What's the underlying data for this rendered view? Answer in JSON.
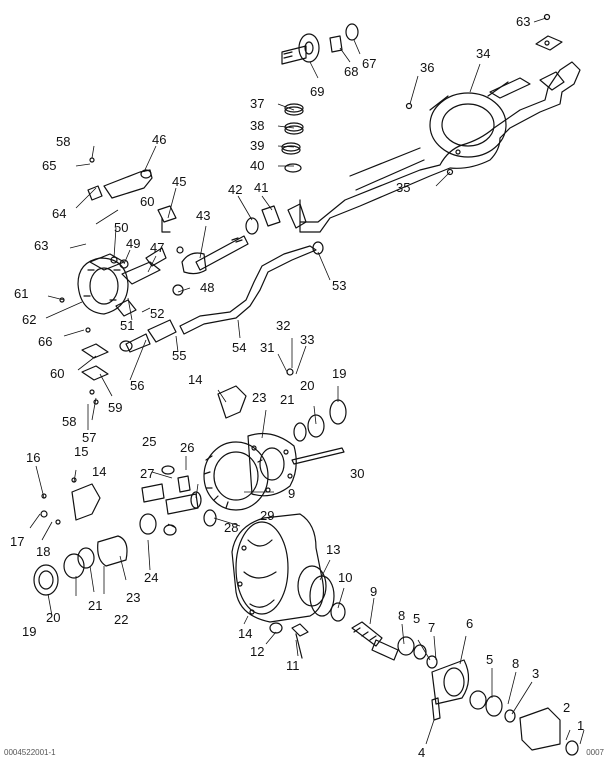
{
  "callouts": [
    "1",
    "2",
    "3",
    "4",
    "5",
    "5",
    "6",
    "7",
    "8",
    "8",
    "9",
    "9",
    "10",
    "11",
    "12",
    "13",
    "14",
    "14",
    "14",
    "15",
    "16",
    "17",
    "18",
    "19",
    "19",
    "20",
    "20",
    "21",
    "21",
    "22",
    "23",
    "23",
    "24",
    "25",
    "26",
    "27",
    "28",
    "29",
    "30",
    "31",
    "32",
    "33",
    "34",
    "35",
    "36",
    "37",
    "38",
    "39",
    "40",
    "41",
    "42",
    "43",
    "45",
    "46",
    "47",
    "48",
    "49",
    "50",
    "51",
    "52",
    "53",
    "54",
    "55",
    "56",
    "57",
    "58",
    "58",
    "59",
    "60",
    "60",
    "61",
    "62",
    "63",
    "63",
    "64",
    "65",
    "66",
    "67",
    "68",
    "69"
  ],
  "footer_left": "0004522001-1",
  "footer_right": "0007"
}
